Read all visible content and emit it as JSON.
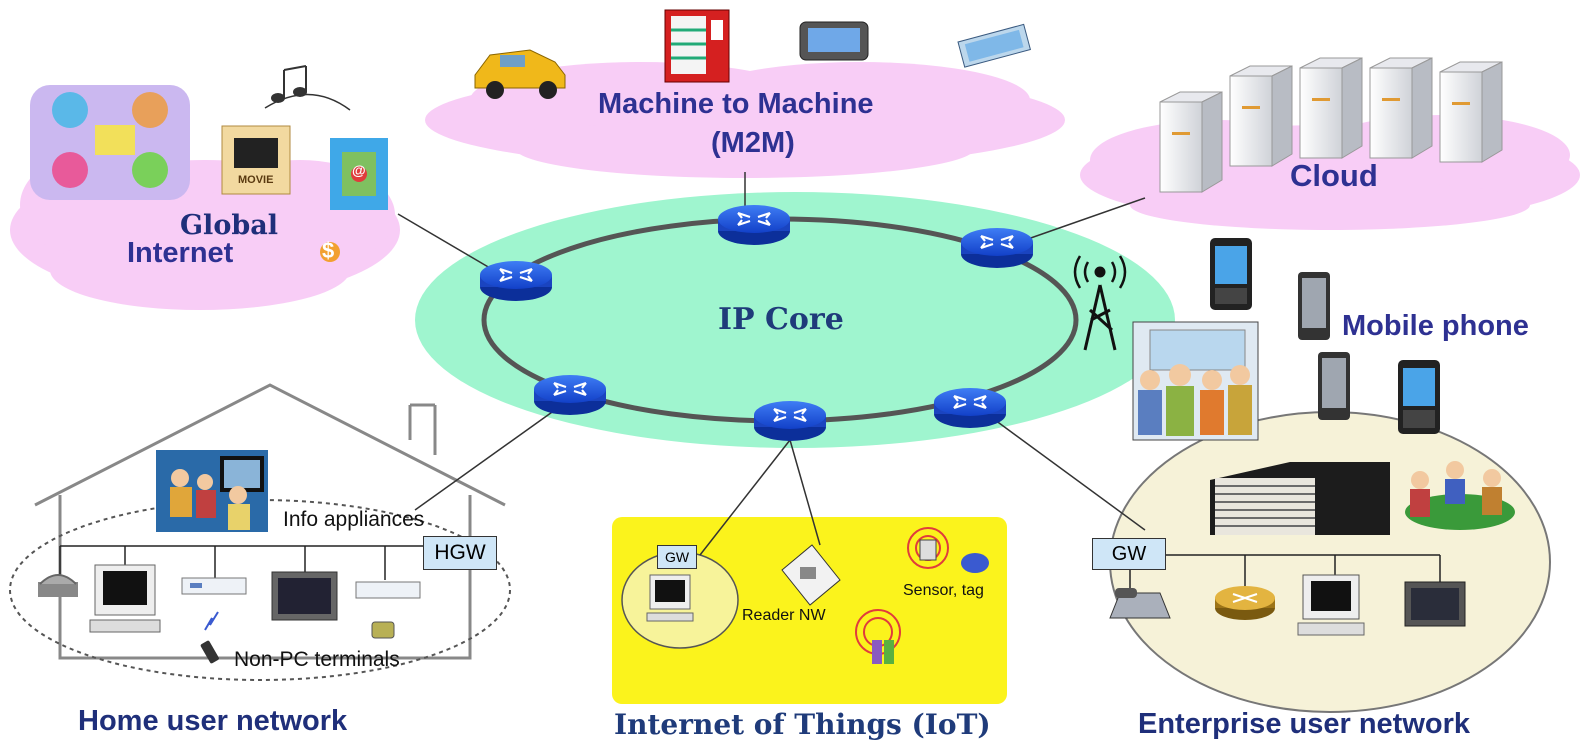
{
  "core": {
    "label": "IP Core"
  },
  "clouds": {
    "global": {
      "line1": "Global",
      "line2": "Internet"
    },
    "m2m": {
      "line1": "Machine to Machine",
      "line2": "(M2M)"
    },
    "cloud": {
      "label": "Cloud"
    }
  },
  "mobile": {
    "label": "Mobile phone"
  },
  "home": {
    "title": "Home user network",
    "info_appliances": "Info appliances",
    "gateway": "HGW",
    "non_pc": "Non-PC terminals"
  },
  "iot": {
    "title": "Internet of Things (IoT)",
    "gateway": "GW",
    "reader": "Reader NW",
    "sensor": "Sensor, tag"
  },
  "enterprise": {
    "title": "Enterprise user network",
    "gateway": "GW"
  },
  "icons": {
    "movie_label": "MOVIE",
    "dollar": "$",
    "email": "@"
  },
  "colors": {
    "core_fill": "#9ff5cf",
    "cloud_fill": "#f8cdf6",
    "iot_fill": "#fbf31c",
    "enterprise_fill": "#f6f2d8",
    "router": "#1452d8",
    "label_blue": "#2e3192"
  }
}
